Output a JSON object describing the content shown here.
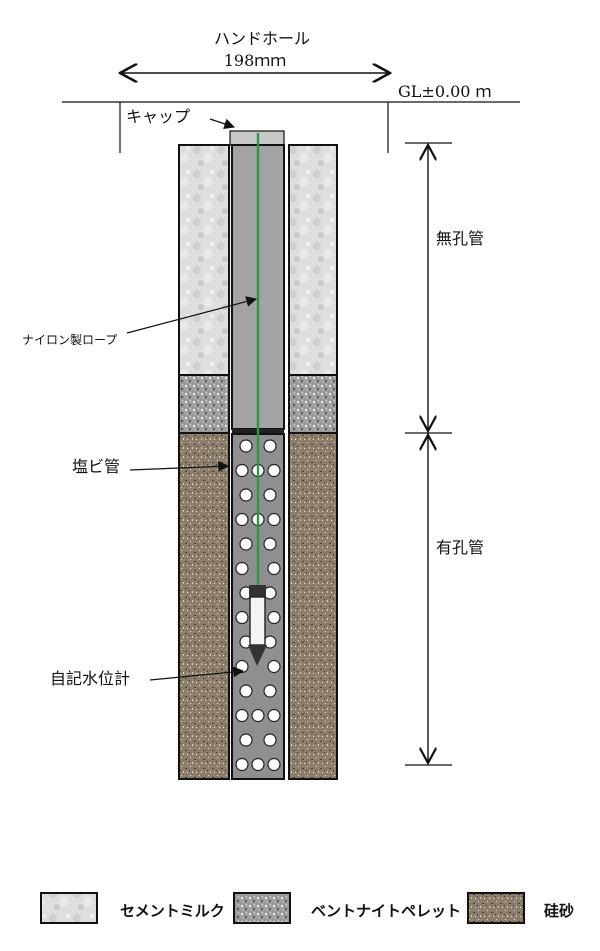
{
  "title": "ハンドホール",
  "width_label": "198ｍｍ",
  "gl_label": "GL±0.00 ｍ",
  "labels": {
    "cap": "キャップ",
    "nylon_rope": "ナイロン製ロープ",
    "pvc_pipe": "塩ビ管",
    "water_level_gauge": "自記水位計",
    "non_perforated": "無孔管",
    "perforated": "有孔管"
  },
  "legend": [
    {
      "label": "セメントミルク",
      "material": "cement-milk"
    },
    {
      "label": "ベントナイトペレット",
      "material": "bentonite-pellet"
    },
    {
      "label": "硅砂",
      "material": "silica-sand"
    }
  ],
  "colors": {
    "cement_milk": "#dcdcdc",
    "bentonite": "#9a9a9a",
    "silica_sand": "#8c7c6a",
    "pipe": "#a0a0a0",
    "rope": "#2a9a40",
    "line": "#111111"
  }
}
